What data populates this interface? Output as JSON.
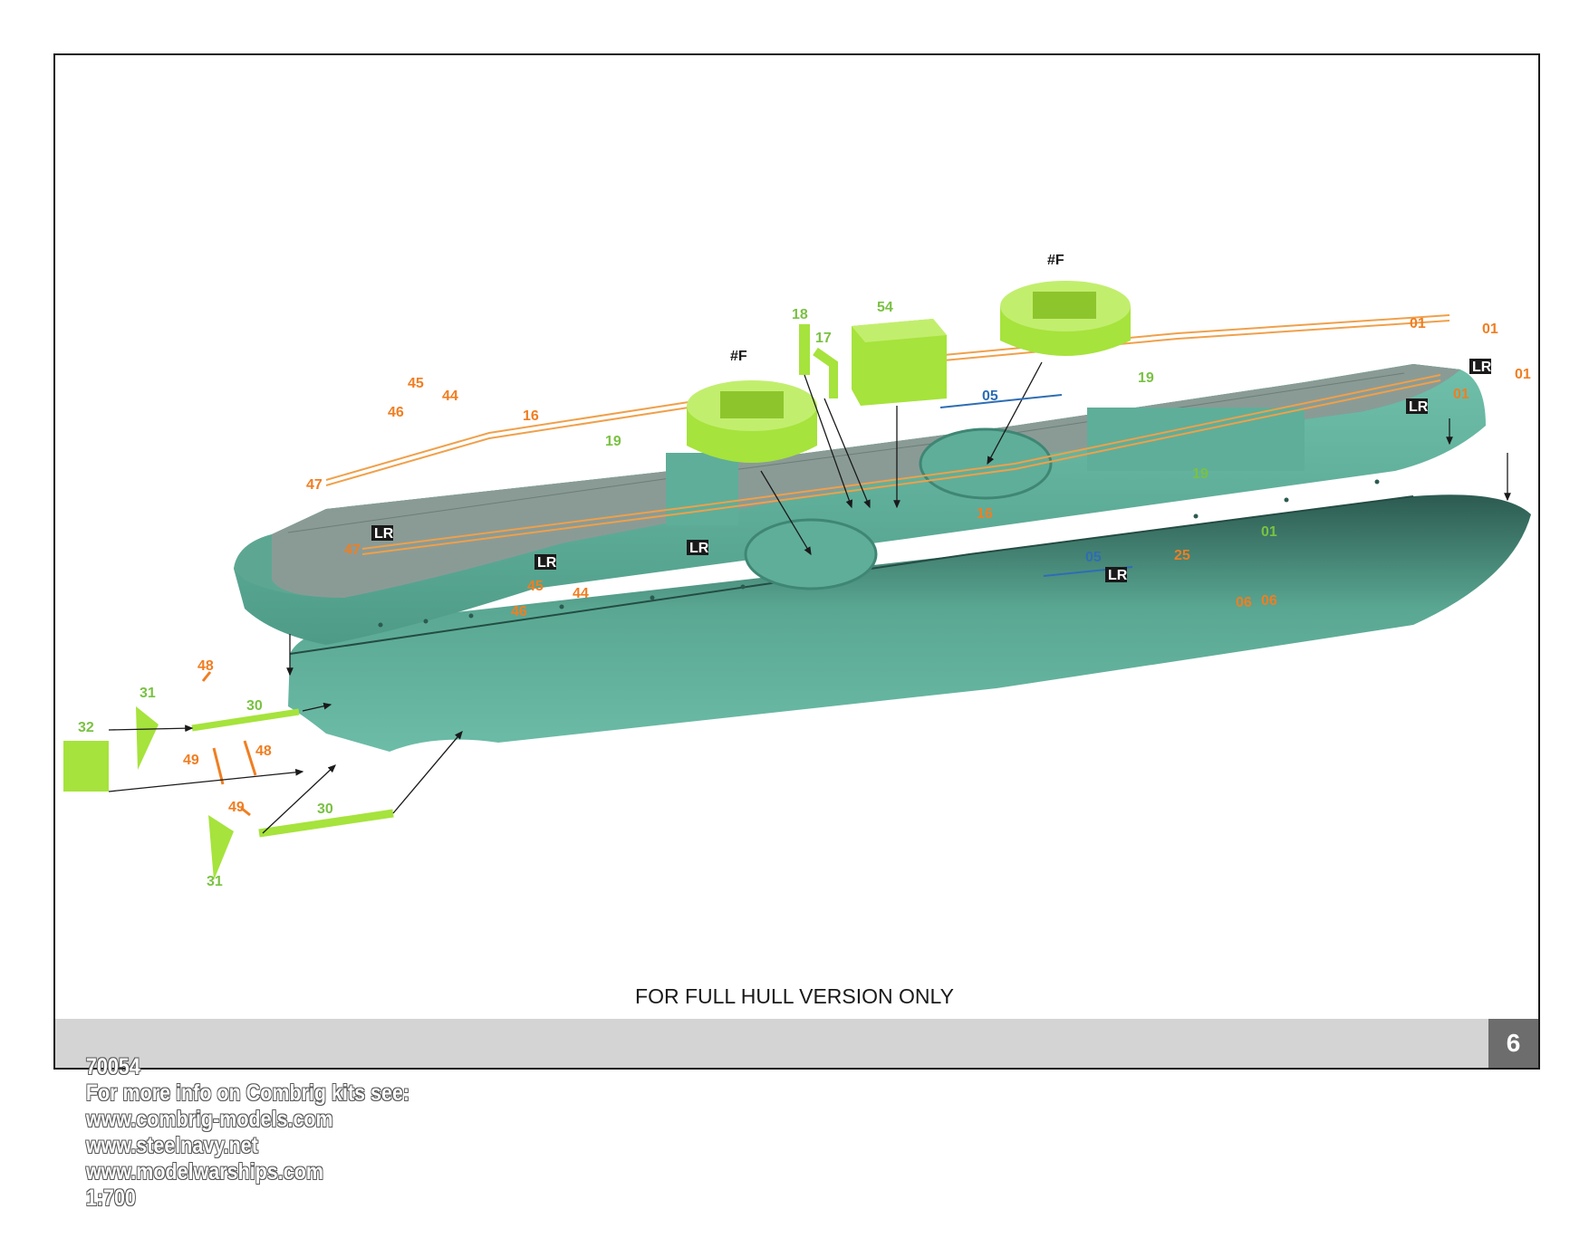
{
  "note": "FOR FULL HULL VERSION ONLY",
  "footer": {
    "kit_no": "70054",
    "info": "For more info on Combrig kits see:",
    "site1": "www.combrig-models.com",
    "site2": "www.steelnavy.net",
    "site3": "www.modelwarships.com",
    "scale": "1:700",
    "page": "6"
  },
  "colors": {
    "hull": "#6ab8a4",
    "hull_dark": "#2f5e54",
    "new_part": "#a6e33c",
    "photo_etch": "#f07e22",
    "decal": "#2e6db4"
  },
  "labels": {
    "p01a": "01",
    "p01b": "01",
    "p01c": "01",
    "p01d": "01",
    "p01e": "01",
    "p05a": "05",
    "p05b": "05",
    "p06a": "06",
    "p06b": "06",
    "p16a": "16",
    "p16b": "16",
    "p17": "17",
    "p18": "18",
    "p19a": "19",
    "p19b": "19",
    "p19c": "19",
    "p25": "25",
    "p30a": "30",
    "p30b": "30",
    "p31a": "31",
    "p31b": "31",
    "p32": "32",
    "p44a": "44",
    "p44b": "44",
    "p45a": "45",
    "p45b": "45",
    "p46a": "46",
    "p46b": "46",
    "p47a": "47",
    "p47b": "47",
    "p48a": "48",
    "p48b": "48",
    "p49a": "49",
    "p49b": "49",
    "p54": "54",
    "f1": "#F",
    "f2": "#F",
    "lr": "LR"
  }
}
